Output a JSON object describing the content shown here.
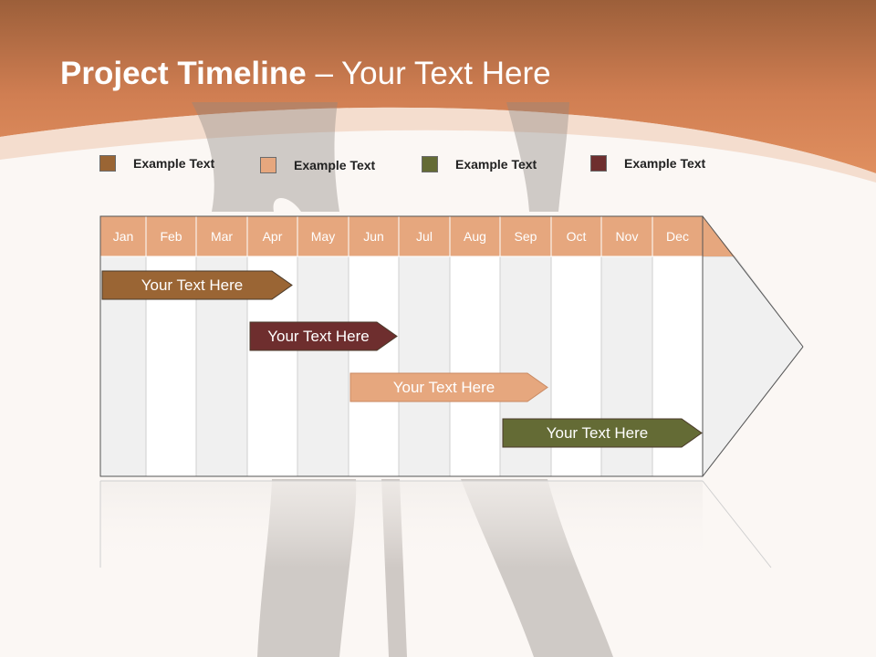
{
  "title": {
    "bold": "Project Timeline",
    "rest": " – Your Text Here"
  },
  "legend": [
    {
      "label": "Example Text",
      "color": "#9a6534"
    },
    {
      "label": "Example Text",
      "color": "#e6a77e"
    },
    {
      "label": "Example Text",
      "color": "#646b35"
    },
    {
      "label": "Example Text",
      "color": "#6e2e2e"
    }
  ],
  "months": [
    "Jan",
    "Feb",
    "Mar",
    "Apr",
    "May",
    "Jun",
    "Jul",
    "Aug",
    "Sep",
    "Oct",
    "Nov",
    "Dec"
  ],
  "bars": [
    {
      "label": "Your  Text Here",
      "color": "#9a6534"
    },
    {
      "label": "Your  Text Here",
      "color": "#6e2e2e"
    },
    {
      "label": "Your  Text Here",
      "color": "#e6a77e"
    },
    {
      "label": "Your  Text Here",
      "color": "#646b35"
    }
  ],
  "colors": {
    "banner": "#d9885a",
    "header": "#e6a77e"
  }
}
